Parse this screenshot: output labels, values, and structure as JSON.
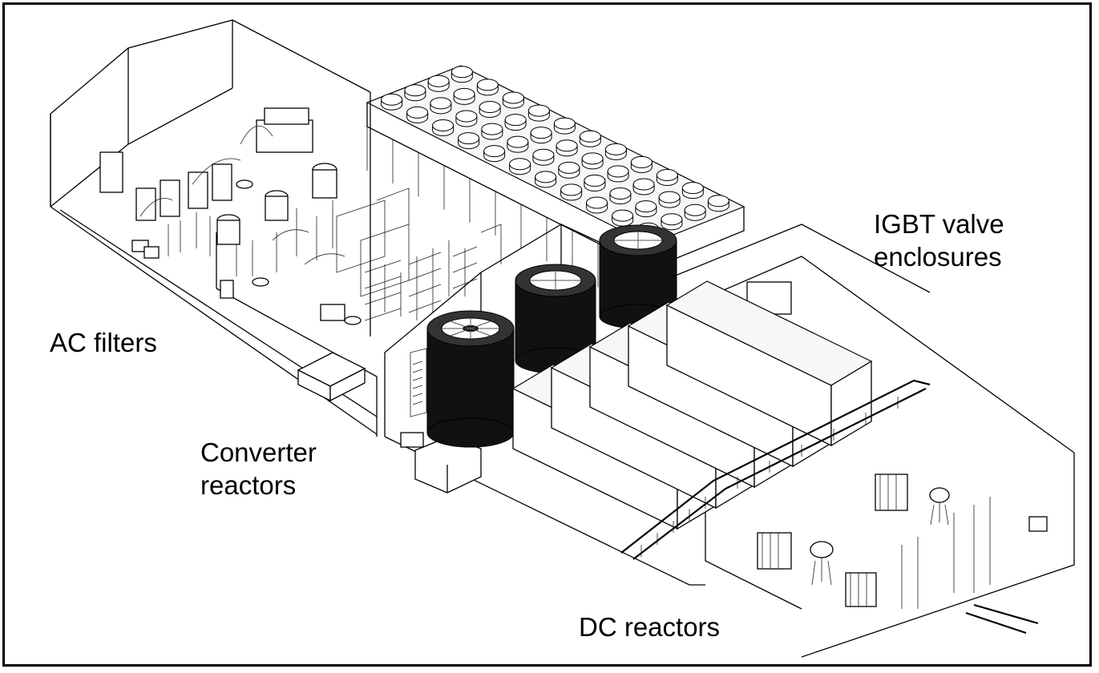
{
  "labels": {
    "ac_filters": "AC filters",
    "converter_reactors": "Converter\nreactors",
    "igbt_valve_enclosures": "IGBT valve\nenclosures",
    "dc_reactors": "DC reactors"
  }
}
